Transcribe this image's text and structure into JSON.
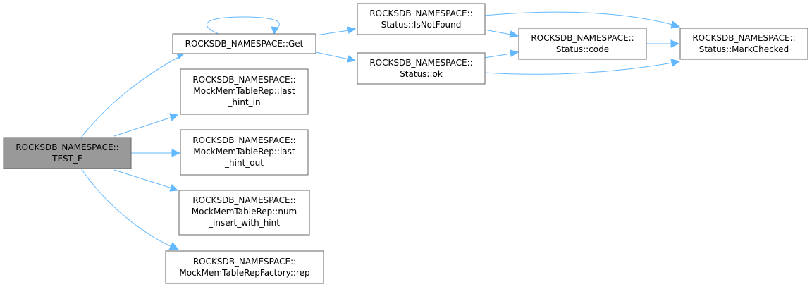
{
  "nodes": {
    "test_f": {
      "lines": [
        "ROCKSDB_NAMESPACE::",
        "TEST_F"
      ]
    },
    "get": {
      "lines": [
        "ROCKSDB_NAMESPACE::Get"
      ]
    },
    "last_hint_in": {
      "lines": [
        "ROCKSDB_NAMESPACE::",
        "MockMemTableRep::last",
        "_hint_in"
      ]
    },
    "last_hint_out": {
      "lines": [
        "ROCKSDB_NAMESPACE::",
        "MockMemTableRep::last",
        "_hint_out"
      ]
    },
    "num_insert_with_hint": {
      "lines": [
        "ROCKSDB_NAMESPACE::",
        "MockMemTableRep::num",
        "_insert_with_hint"
      ]
    },
    "factory_rep": {
      "lines": [
        "ROCKSDB_NAMESPACE::",
        "MockMemTableRepFactory::rep"
      ]
    },
    "is_not_found": {
      "lines": [
        "ROCKSDB_NAMESPACE::",
        "Status::IsNotFound"
      ]
    },
    "ok": {
      "lines": [
        "ROCKSDB_NAMESPACE::",
        "Status::ok"
      ]
    },
    "code": {
      "lines": [
        "ROCKSDB_NAMESPACE::",
        "Status::code"
      ]
    },
    "mark_checked": {
      "lines": [
        "ROCKSDB_NAMESPACE::",
        "Status::MarkChecked"
      ]
    }
  },
  "edges": [
    {
      "from": "test_f",
      "to": "get"
    },
    {
      "from": "test_f",
      "to": "last_hint_in"
    },
    {
      "from": "test_f",
      "to": "last_hint_out"
    },
    {
      "from": "test_f",
      "to": "num_insert_with_hint"
    },
    {
      "from": "test_f",
      "to": "factory_rep"
    },
    {
      "from": "get",
      "to": "get"
    },
    {
      "from": "get",
      "to": "is_not_found"
    },
    {
      "from": "get",
      "to": "ok"
    },
    {
      "from": "is_not_found",
      "to": "code"
    },
    {
      "from": "is_not_found",
      "to": "mark_checked"
    },
    {
      "from": "ok",
      "to": "code"
    },
    {
      "from": "ok",
      "to": "mark_checked"
    },
    {
      "from": "code",
      "to": "mark_checked"
    }
  ],
  "colors": {
    "edge": "#63b8ff",
    "node_border": "#666666",
    "root_fill": "#999999",
    "node_fill": "#ffffff"
  }
}
